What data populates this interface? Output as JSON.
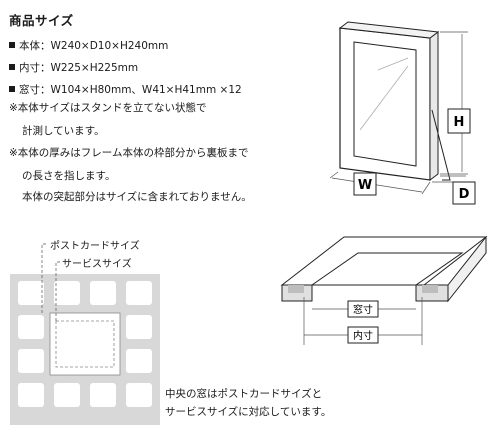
{
  "header": {
    "title": "商品サイズ"
  },
  "specs": [
    {
      "label": "本体",
      "value": "W240×D10×H240mm"
    },
    {
      "label": "内寸",
      "value": "W225×H225mm"
    },
    {
      "label": "窓寸",
      "value": "W104×H80mm、W41×H41mm ×12"
    }
  ],
  "notes": {
    "note1": "※本体サイズはスタンドを立てない状態で",
    "note1_cont": "計測しています。",
    "note2": "※本体の厚みはフレーム本体の枠部分から裏板まで",
    "note2_cont": "の長さを指します。",
    "note3": "本体の突起部分はサイズに含まれておりません。"
  },
  "frame_diagram": {
    "w_label": "W",
    "h_label": "H",
    "d_label": "D"
  },
  "mat_diagram": {
    "label_postcard": "ポストカードサイズ",
    "label_service": "サービスサイズ"
  },
  "profile_diagram": {
    "window_label": "窓寸",
    "inner_label": "内寸"
  },
  "caption": {
    "line1": "中央の窓はポストカードサイズと",
    "line2": "サービスサイズに対応しています。"
  }
}
